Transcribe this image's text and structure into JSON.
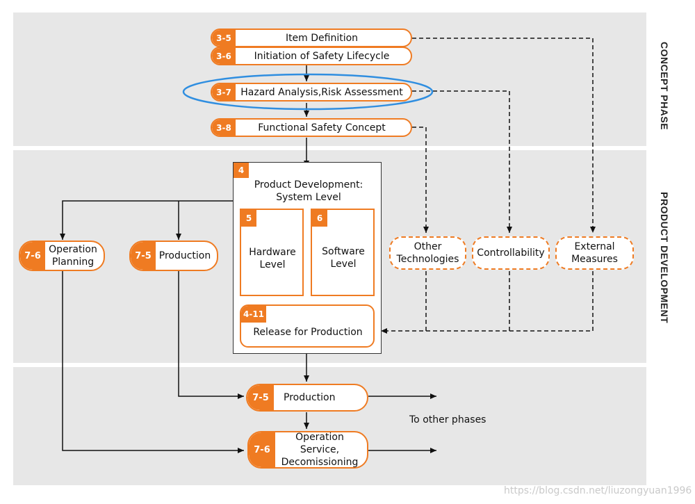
{
  "phases": {
    "concept": "CONCEPT PHASE",
    "product": "PRODUCT DEVELOPMENT"
  },
  "concept": {
    "item_definition": {
      "num": "3-5",
      "label": "Item Definition"
    },
    "initiation": {
      "num": "3-6",
      "label": "Initiation of Safety Lifecycle"
    },
    "hazard": {
      "num": "3-7",
      "label": "Hazard Analysis,Risk Assessment"
    },
    "fsc": {
      "num": "3-8",
      "label": "Functional Safety Concept"
    }
  },
  "product": {
    "system": {
      "num": "4",
      "label": "Product Development: System Level"
    },
    "hardware": {
      "num": "5",
      "label": "Hardware Level"
    },
    "software": {
      "num": "6",
      "label": "Software Level"
    },
    "release": {
      "num": "4-11",
      "label": "Release for Production"
    },
    "operation_planning": {
      "num": "7-6",
      "label": "Operation Planning"
    },
    "production_planning": {
      "num": "7-5",
      "label": "Production"
    },
    "other_technologies": "Other Technologies",
    "controllability": "Controllability",
    "external_measures": "External Measures"
  },
  "after": {
    "production": {
      "num": "7-5",
      "label": "Production"
    },
    "operation": {
      "num": "7-6",
      "label": "Operation Service, Decomissioning"
    },
    "to_other_phases": "To other phases"
  },
  "watermark": "https://blog.csdn.net/liuzongyuan1996",
  "colors": {
    "accent": "#ef7b22",
    "highlight": "#2f8ee0",
    "band": "#e7e7e7"
  }
}
